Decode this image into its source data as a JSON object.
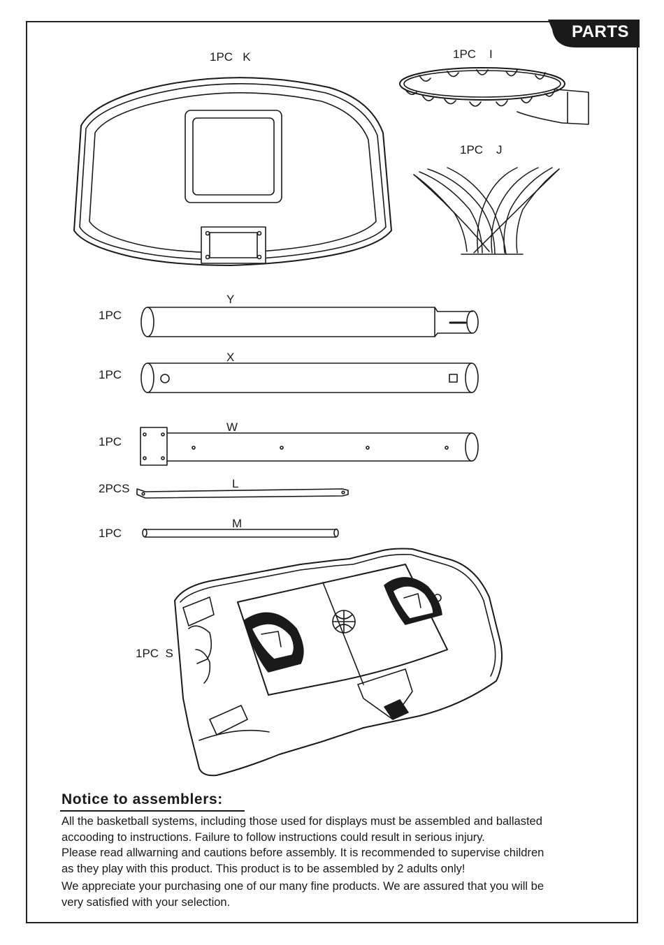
{
  "header": {
    "tab_label": "PARTS"
  },
  "parts": {
    "K": {
      "qty": "1PC",
      "letter": "K"
    },
    "I": {
      "qty": "1PC",
      "letter": "I"
    },
    "J": {
      "qty": "1PC",
      "letter": "J"
    },
    "Y": {
      "qty": "1PC",
      "letter": "Y"
    },
    "X": {
      "qty": "1PC",
      "letter": "X"
    },
    "W": {
      "qty": "1PC",
      "letter": "W"
    },
    "L": {
      "qty": "2PCS",
      "letter": "L"
    },
    "M": {
      "qty": "1PC",
      "letter": "M"
    },
    "S": {
      "qty": "1PC",
      "letter": "S"
    }
  },
  "notice": {
    "title": "Notice to assemblers:",
    "para1_line1": "All the basketball systems, including those used for displays must be assembled and ballasted",
    "para1_line2": "accooding to instructions. Failure to follow instructions could result in serious injury.",
    "para1_line3": "Please read allwarning and cautions before assembly. It is recommended to supervise children",
    "para1_line4": "as they play with this product. This product is to be assembled by 2 adults only!",
    "para2_line1": "We appreciate your purchasing one of our many fine products. We are assured that you will be",
    "para2_line2": "very satisfied with your selection."
  }
}
